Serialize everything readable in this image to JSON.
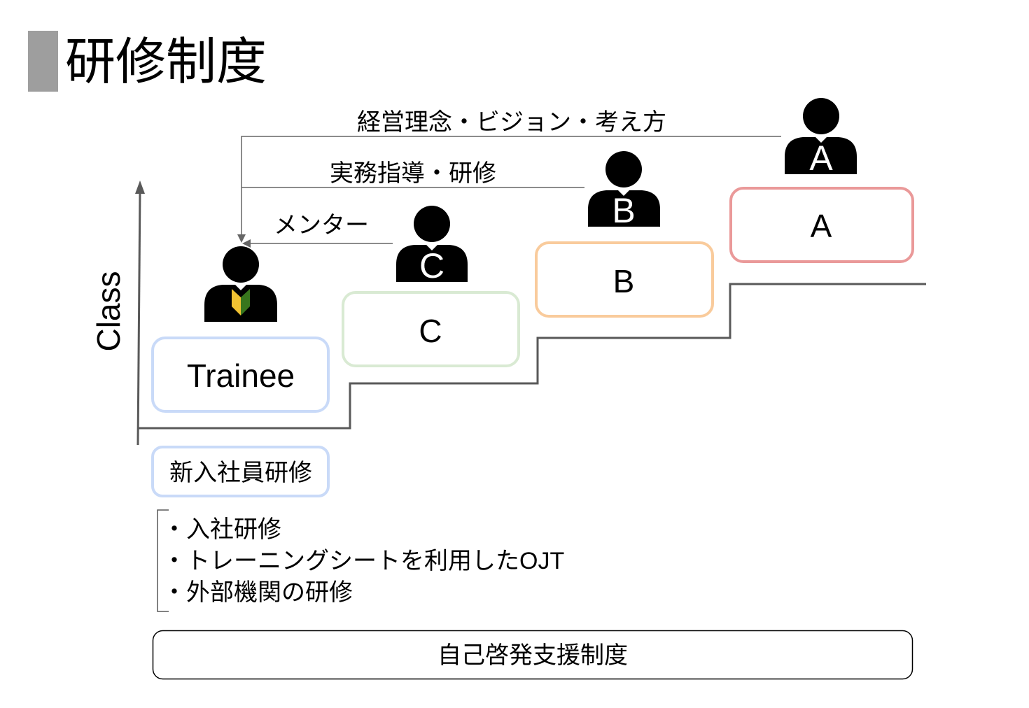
{
  "title": "研修制度",
  "axis_label": "Class",
  "levels": [
    {
      "label": "Trainee",
      "color": "#c9daf8"
    },
    {
      "label": "C",
      "color": "#d9ead3"
    },
    {
      "label": "B",
      "color": "#f9cb9c"
    },
    {
      "label": "A",
      "color": "#ea9999"
    }
  ],
  "people": {
    "trainee_badge_icon": "beginner-mark-icon",
    "mentors": [
      "C",
      "B",
      "A"
    ]
  },
  "flows": [
    {
      "label": "経営理念・ビジョン・考え方"
    },
    {
      "label": "実務指導・研修"
    },
    {
      "label": "メンター"
    }
  ],
  "new_hire_training": {
    "label": "新入社員研修",
    "items": [
      "・入社研修",
      "・トレーニングシートを利用したOJT",
      "・外部機関の研修"
    ]
  },
  "self_development": {
    "label": "自己啓発支援制度"
  },
  "colors": {
    "title_bar": "#9e9e9e",
    "line": "#595959",
    "arrow": "#666666",
    "person": "#000000",
    "beginner_yellow": "#f1c232",
    "beginner_green": "#38761d",
    "bottom_box": "#000000"
  }
}
